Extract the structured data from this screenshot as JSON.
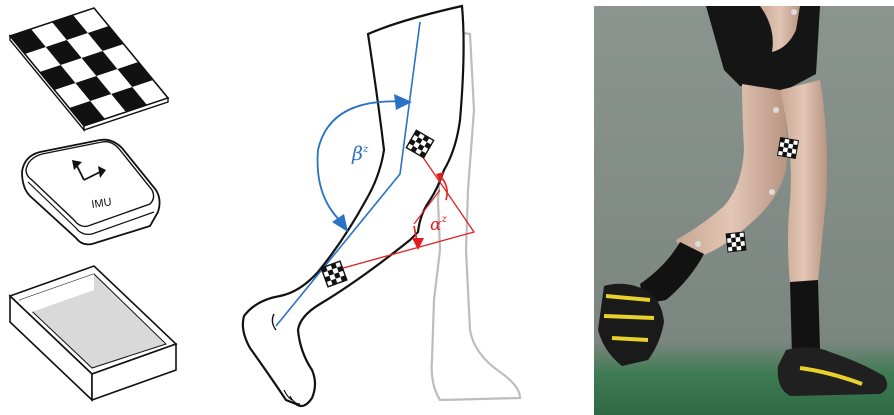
{
  "sensor_stack": {
    "imu_label": "IMU"
  },
  "leg_diagram": {
    "beta_symbol": "β",
    "beta_superscript": "z",
    "alpha_symbol": "α",
    "alpha_superscript": "z"
  },
  "colors": {
    "beta": "#2a72c4",
    "alpha": "#e02020",
    "outline": "#1a1a1a",
    "ghost_leg": "#bdbdbd",
    "photo_background": "#7f8983",
    "floor": "#2f6a44"
  }
}
